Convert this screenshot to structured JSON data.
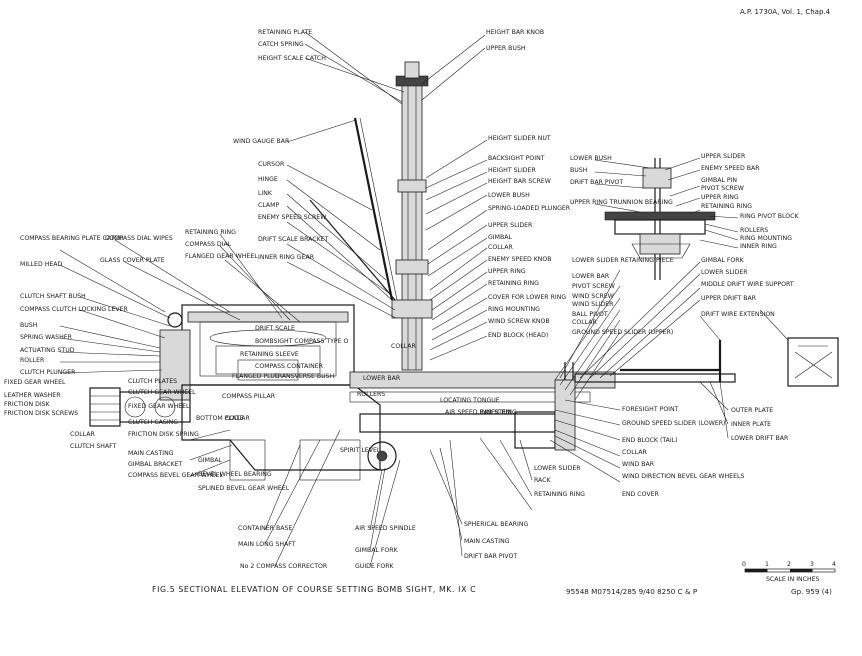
{
  "header": {
    "publication_ref": "A.P. 1730A, Vol. 1, Chap.4"
  },
  "caption": {
    "figure_title": "FIG.5 SECTIONAL ELEVATION OF COURSE SETTING BOMB SIGHT, MK. IX C",
    "print_line": "95548 M07514/285 9/40 8250 C & P",
    "group_ref": "Gp. 959 (4)"
  },
  "scale": {
    "ticks": [
      "0",
      "1",
      "2",
      "3",
      "4"
    ],
    "label": "SCALE IN INCHES"
  },
  "labels": {
    "top": [
      "RETAINING PLATE",
      "CATCH SPRING",
      "HEIGHT SCALE CATCH",
      "HEIGHT BAR KNOB",
      "UPPER BUSH"
    ],
    "upper_left": [
      "WIND GAUGE BAR",
      "CURSOR",
      "HINGE",
      "LINK",
      "CLAMP",
      "ENEMY SPEED SCREW",
      "DRIFT SCALE BRACKET",
      "INNER RING GEAR"
    ],
    "upper_center": [
      "HEIGHT SLIDER NUT",
      "BACKSIGHT POINT",
      "HEIGHT SLIDER",
      "HEIGHT BAR SCREW",
      "LOWER BUSH",
      "SPRING-LOADED PLUNGER",
      "UPPER SLIDER",
      "GIMBAL",
      "COLLAR",
      "ENEMY SPEED KNOB",
      "UPPER RING",
      "RETAINING RING",
      "COVER FOR LOWER RING",
      "RING MOUNTING",
      "WIND SCREW KNOB",
      "END BLOCK (HEAD)"
    ],
    "left": [
      "COMPASS BEARING PLATE CATCH",
      "MILLED HEAD",
      "COMPASS DIAL WIPES",
      "GLASS COVER PLATE",
      "RETAINING RING",
      "COMPASS DIAL",
      "FLANGED GEAR WHEEL",
      "CLUTCH SHAFT BUSH",
      "COMPASS CLUTCH LOCKING LEVER",
      "BUSH",
      "SPRING WASHER",
      "ACTUATING STUD",
      "ROLLER",
      "CLUTCH PLUNGER",
      "FIXED GEAR WHEEL",
      "LEATHER WASHER",
      "FRICTION DISK",
      "FRICTION DISK SCREWS",
      "COLLAR",
      "CLUTCH SHAFT",
      "CLUTCH PLATES",
      "CLUTCH GEAR WHEEL",
      "FIXED GEAR WHEEL",
      "CLUTCH CASING",
      "FRICTION DISK SPRING",
      "MAIN CASTING",
      "GIMBAL BRACKET",
      "COMPASS BEVEL GEAR WHEEL"
    ],
    "body": [
      "DRIFT SCALE",
      "BOMBSIGHT COMPASS TYPE O",
      "RETAINING SLEEVE",
      "COMPASS CONTAINER",
      "FLANGED PLUG",
      "TRANSVERSE BUSH",
      "COMPASS PILLAR",
      "BOTTOM PLATE",
      "COLLAR",
      "LOWER BAR",
      "COLLAR",
      "ROLLERS",
      "LOCATING TONGUE",
      "AIR SPEED BAR STEM",
      "INNER RING",
      "SPIRIT LEVEL",
      "GIMBAL",
      "BEVEL WHEEL BEARING",
      "SPLINED BEVEL GEAR WHEEL"
    ],
    "bottom": [
      "CONTAINER BASE",
      "MAIN LONG SHAFT",
      "No 2 COMPASS CORRECTOR",
      "AIR SPEED SPINDLE",
      "GIMBAL FORK",
      "GUIDE FORK",
      "SPHERICAL BEARING",
      "MAIN CASTING",
      "DRIFT BAR PIVOT",
      "RACK",
      "RETAINING RING",
      "LOWER SLIDER"
    ],
    "inset": [
      "LOWER BUSH",
      "BUSH",
      "DRIFT BAR PIVOT",
      "UPPER RING TRUNNION BEARING",
      "UPPER SLIDER",
      "ENEMY SPEED BAR",
      "GIMBAL PIN",
      "PIVOT SCREW",
      "UPPER RING",
      "RETAINING RING",
      "RING PIVOT BLOCK",
      "ROLLERS",
      "RING MOUNTING",
      "INNER RING"
    ],
    "right": [
      "LOWER SLIDER RETAINING PIECE",
      "LOWER BAR",
      "PIVOT SCREW",
      "WIND SCREW",
      "WIND SLIDER",
      "BALL PIVOT",
      "COLLAR",
      "GROUND SPEED SLIDER (UPPER)",
      "GIMBAL FORK",
      "LOWER SLIDER",
      "MIDDLE DRIFT WIRE SUPPORT",
      "UPPER DRIFT BAR",
      "DRIFT WIRE EXTENSION",
      "FORESIGHT POINT",
      "GROUND SPEED SLIDER (LOWER)",
      "END BLOCK (TAIL)",
      "COLLAR",
      "WIND BAR",
      "WIND DIRECTION BEVEL GEAR WHEELS",
      "END COVER",
      "OUTER PLATE",
      "INNER PLATE",
      "LOWER DRIFT BAR"
    ]
  }
}
